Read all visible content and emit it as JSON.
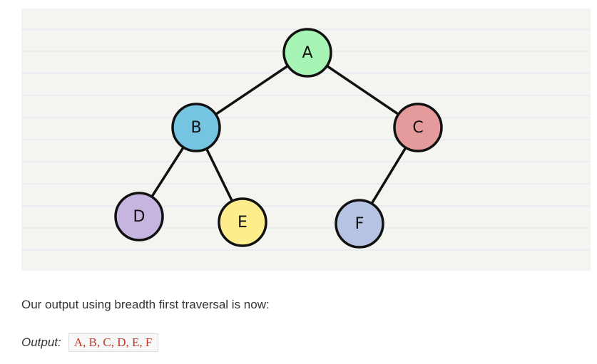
{
  "diagram": {
    "nodes": [
      {
        "id": "A",
        "label": "A",
        "color": "#a6f5b4"
      },
      {
        "id": "B",
        "label": "B",
        "color": "#74c4e2"
      },
      {
        "id": "C",
        "label": "C",
        "color": "#e59a9c"
      },
      {
        "id": "D",
        "label": "D",
        "color": "#c6b5df"
      },
      {
        "id": "E",
        "label": "E",
        "color": "#fded8d"
      },
      {
        "id": "F",
        "label": "F",
        "color": "#b7c3e3"
      }
    ],
    "edges": [
      {
        "from": "A",
        "to": "B"
      },
      {
        "from": "A",
        "to": "C"
      },
      {
        "from": "B",
        "to": "D"
      },
      {
        "from": "B",
        "to": "E"
      },
      {
        "from": "C",
        "to": "F"
      }
    ],
    "colors": {
      "background": "#f4f4f1",
      "rule_lines": "#dde9f0",
      "stroke": "#111111"
    }
  },
  "caption": "Our output using breadth first traversal is now:",
  "output": {
    "label": "Output:",
    "value": "A, B, C, D, E, F"
  }
}
